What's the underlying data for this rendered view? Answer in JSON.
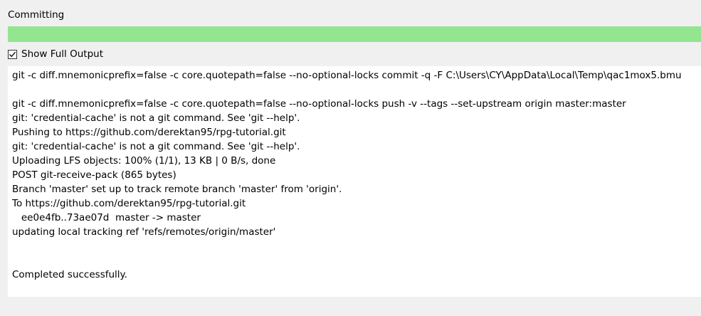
{
  "status": {
    "label": "Committing"
  },
  "progress": {
    "value": 1.0,
    "fill_color": "#93e590"
  },
  "show_full_output": {
    "label": "Show Full Output",
    "checked": true
  },
  "output": {
    "lines": [
      "git -c diff.mnemonicprefix=false -c core.quotepath=false --no-optional-locks commit -q -F C:\\Users\\CY\\AppData\\Local\\Temp\\qac1mox5.bmu",
      "",
      "git -c diff.mnemonicprefix=false -c core.quotepath=false --no-optional-locks push -v --tags --set-upstream origin master:master",
      "git: 'credential-cache' is not a git command. See 'git --help'.",
      "Pushing to https://github.com/derektan95/rpg-tutorial.git",
      "git: 'credential-cache' is not a git command. See 'git --help'.",
      "Uploading LFS objects: 100% (1/1), 13 KB | 0 B/s, done",
      "POST git-receive-pack (865 bytes)",
      "Branch 'master' set up to track remote branch 'master' from 'origin'.",
      "To https://github.com/derektan95/rpg-tutorial.git",
      "   ee0e4fb..73ae07d  master -> master",
      "updating local tracking ref 'refs/remotes/origin/master'",
      "",
      "",
      "Completed successfully."
    ]
  }
}
